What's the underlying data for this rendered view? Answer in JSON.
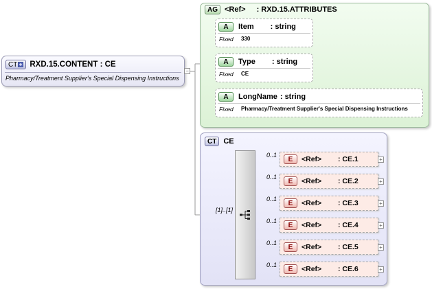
{
  "root": {
    "badge": "CT",
    "title": "RXD.15.CONTENT : CE",
    "description": "Pharmacy/Treatment Supplier's Special Dispensing Instructions"
  },
  "attribute_group": {
    "badge": "AG",
    "ref_label": "<Ref>",
    "name": ": RXD.15.ATTRIBUTES",
    "attributes": [
      {
        "badge": "A",
        "name": "Item",
        "type": ": string",
        "fixed_label": "Fixed",
        "fixed_value": "330"
      },
      {
        "badge": "A",
        "name": "Type",
        "type": ": string",
        "fixed_label": "Fixed",
        "fixed_value": "CE"
      },
      {
        "badge": "A",
        "name": "LongName",
        "type": ": string",
        "fixed_label": "Fixed",
        "fixed_value": "Pharmacy/Treatment Supplier's Special Dispensing Instructions"
      }
    ]
  },
  "content_type": {
    "badge": "CT",
    "name": "CE",
    "sequence_occurrence": "[1]..[1]",
    "elements": [
      {
        "badge": "E",
        "ref_label": "<Ref>",
        "name": ": CE.1",
        "occurrence": "0..1"
      },
      {
        "badge": "E",
        "ref_label": "<Ref>",
        "name": ": CE.2",
        "occurrence": "0..1"
      },
      {
        "badge": "E",
        "ref_label": "<Ref>",
        "name": ": CE.3",
        "occurrence": "0..1"
      },
      {
        "badge": "E",
        "ref_label": "<Ref>",
        "name": ": CE.4",
        "occurrence": "0..1"
      },
      {
        "badge": "E",
        "ref_label": "<Ref>",
        "name": ": CE.5",
        "occurrence": "0..1"
      },
      {
        "badge": "E",
        "ref_label": "<Ref>",
        "name": ": CE.6",
        "occurrence": "0..1"
      }
    ]
  },
  "icons": {
    "collapse": "minus-box-icon",
    "expand": "plus-box-icon",
    "sequence": "sequence-compositor-icon"
  }
}
